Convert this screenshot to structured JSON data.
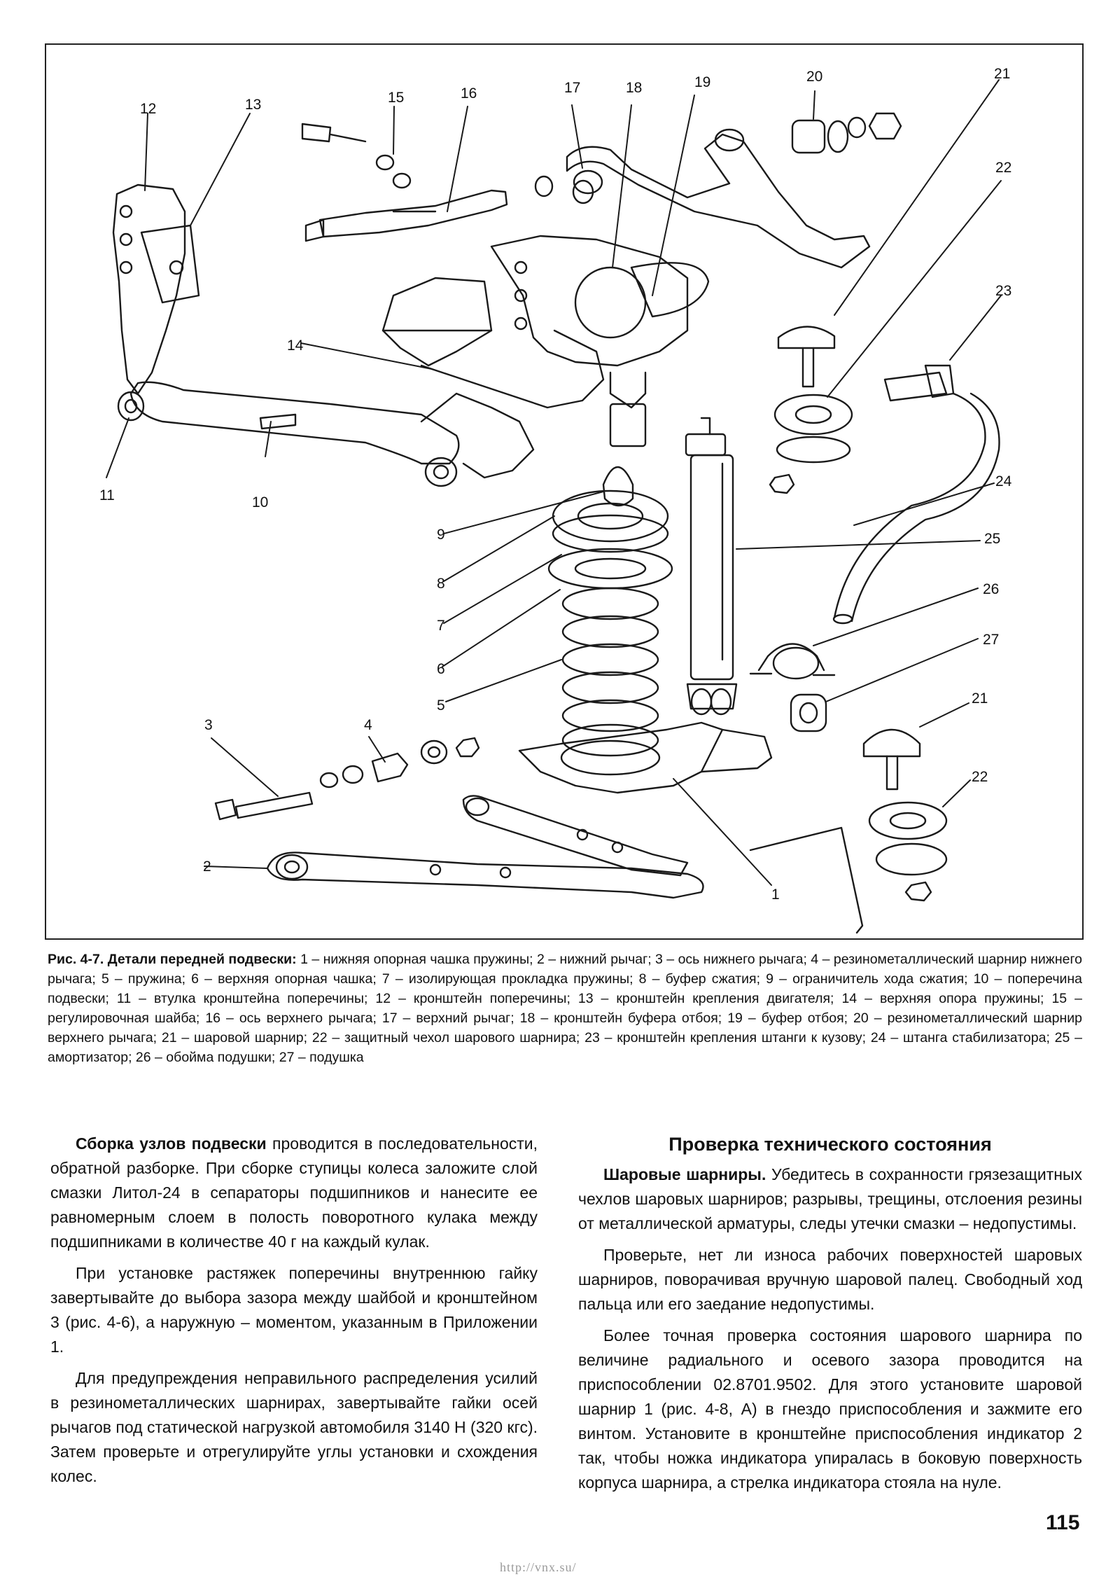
{
  "figure": {
    "callouts": {
      "n1": "1",
      "n2": "2",
      "n3": "3",
      "n4": "4",
      "n5": "5",
      "n6": "6",
      "n7": "7",
      "n8": "8",
      "n9": "9",
      "n10": "10",
      "n11": "11",
      "n12": "12",
      "n13": "13",
      "n14": "14",
      "n15": "15",
      "n16": "16",
      "n17": "17",
      "n18": "18",
      "n19": "19",
      "n20": "20",
      "n21a": "21",
      "n22a": "22",
      "n23": "23",
      "n24": "24",
      "n25": "25",
      "n26": "26",
      "n27": "27",
      "n21b": "21",
      "n22b": "22"
    },
    "caption_label": "Рис. 4-7. Детали передней подвески:",
    "caption_text": " 1 – нижняя опорная чашка пружины; 2 – нижний рычаг; 3 – ось нижнего рычага; 4 – резинометаллический шарнир нижнего рычага; 5 – пружина; 6 – верхняя опорная чашка; 7 – изолирующая прокладка пружины; 8 – буфер сжатия; 9 – ограничитель хода сжатия; 10 – поперечина подвески; 11 – втулка кронштейна поперечины; 12 – кронштейн поперечины; 13 – кронштейн крепления двигателя; 14 – верхняя опора пружины; 15 – регулировочная шайба; 16 – ось верхнего рычага; 17 – верхний рычаг; 18 – кронштейн буфера отбоя; 19 – буфер отбоя; 20 – резинометаллический шарнир верхнего рычага; 21 – шаровой шарнир; 22 – защитный чехол шарового шарнира; 23 – кронштейн крепления штанги к кузову; 24 – штанга стабилизатора; 25 – амортизатор; 26 – обойма подушки; 27 – подушка"
  },
  "left_column": {
    "p1_bold": "Сборка узлов подвески",
    "p1_text": " проводится в последовательности, обратной разборке. При сборке ступицы колеса заложите слой смазки Литол-24 в сепараторы подшипников и нанесите ее равномерным слоем в полость поворотного кулака между подшипниками в количестве 40 г на каждый кулак.",
    "p2": "При установке растяжек поперечины внутреннюю гайку завертывайте до выбора зазора между шайбой и кронштейном 3 (рис. 4-6), а наружную – моментом, указанным в Приложении 1.",
    "p3": "Для предупреждения неправильного распределения усилий в резинометаллических шарнирах, завертывайте гайки осей рычагов под статической нагрузкой автомобиля 3140 Н (320 кгс). Затем проверьте и отрегулируйте углы установки и схождения колес."
  },
  "right_column": {
    "heading": "Проверка технического состояния",
    "p1_bold": "Шаровые шарниры.",
    "p1_text": " Убедитесь в сохранности грязезащитных чехлов шаровых шарниров; разрывы, трещины, отслоения резины от металлической арматуры, следы утечки смазки – недопустимы.",
    "p2": "Проверьте, нет ли износа рабочих поверхностей шаровых шарниров, поворачивая вручную шаровой палец. Свободный ход пальца или его заедание недопустимы.",
    "p3": "Более точная проверка состояния шарового шарнира по величине радиального и осевого зазора проводится на приспособлении 02.8701.9502. Для этого установите шаровой шарнир 1 (рис. 4-8, А) в гнездо приспособления и зажмите его винтом. Установите в кронштейне приспособления индикатор 2 так, чтобы ножка индикатора упиралась в боковую поверхность корпуса шарнира, а стрелка индикатора стояла на нуле."
  },
  "page_number": "115",
  "watermark": "http://vnx.su/"
}
